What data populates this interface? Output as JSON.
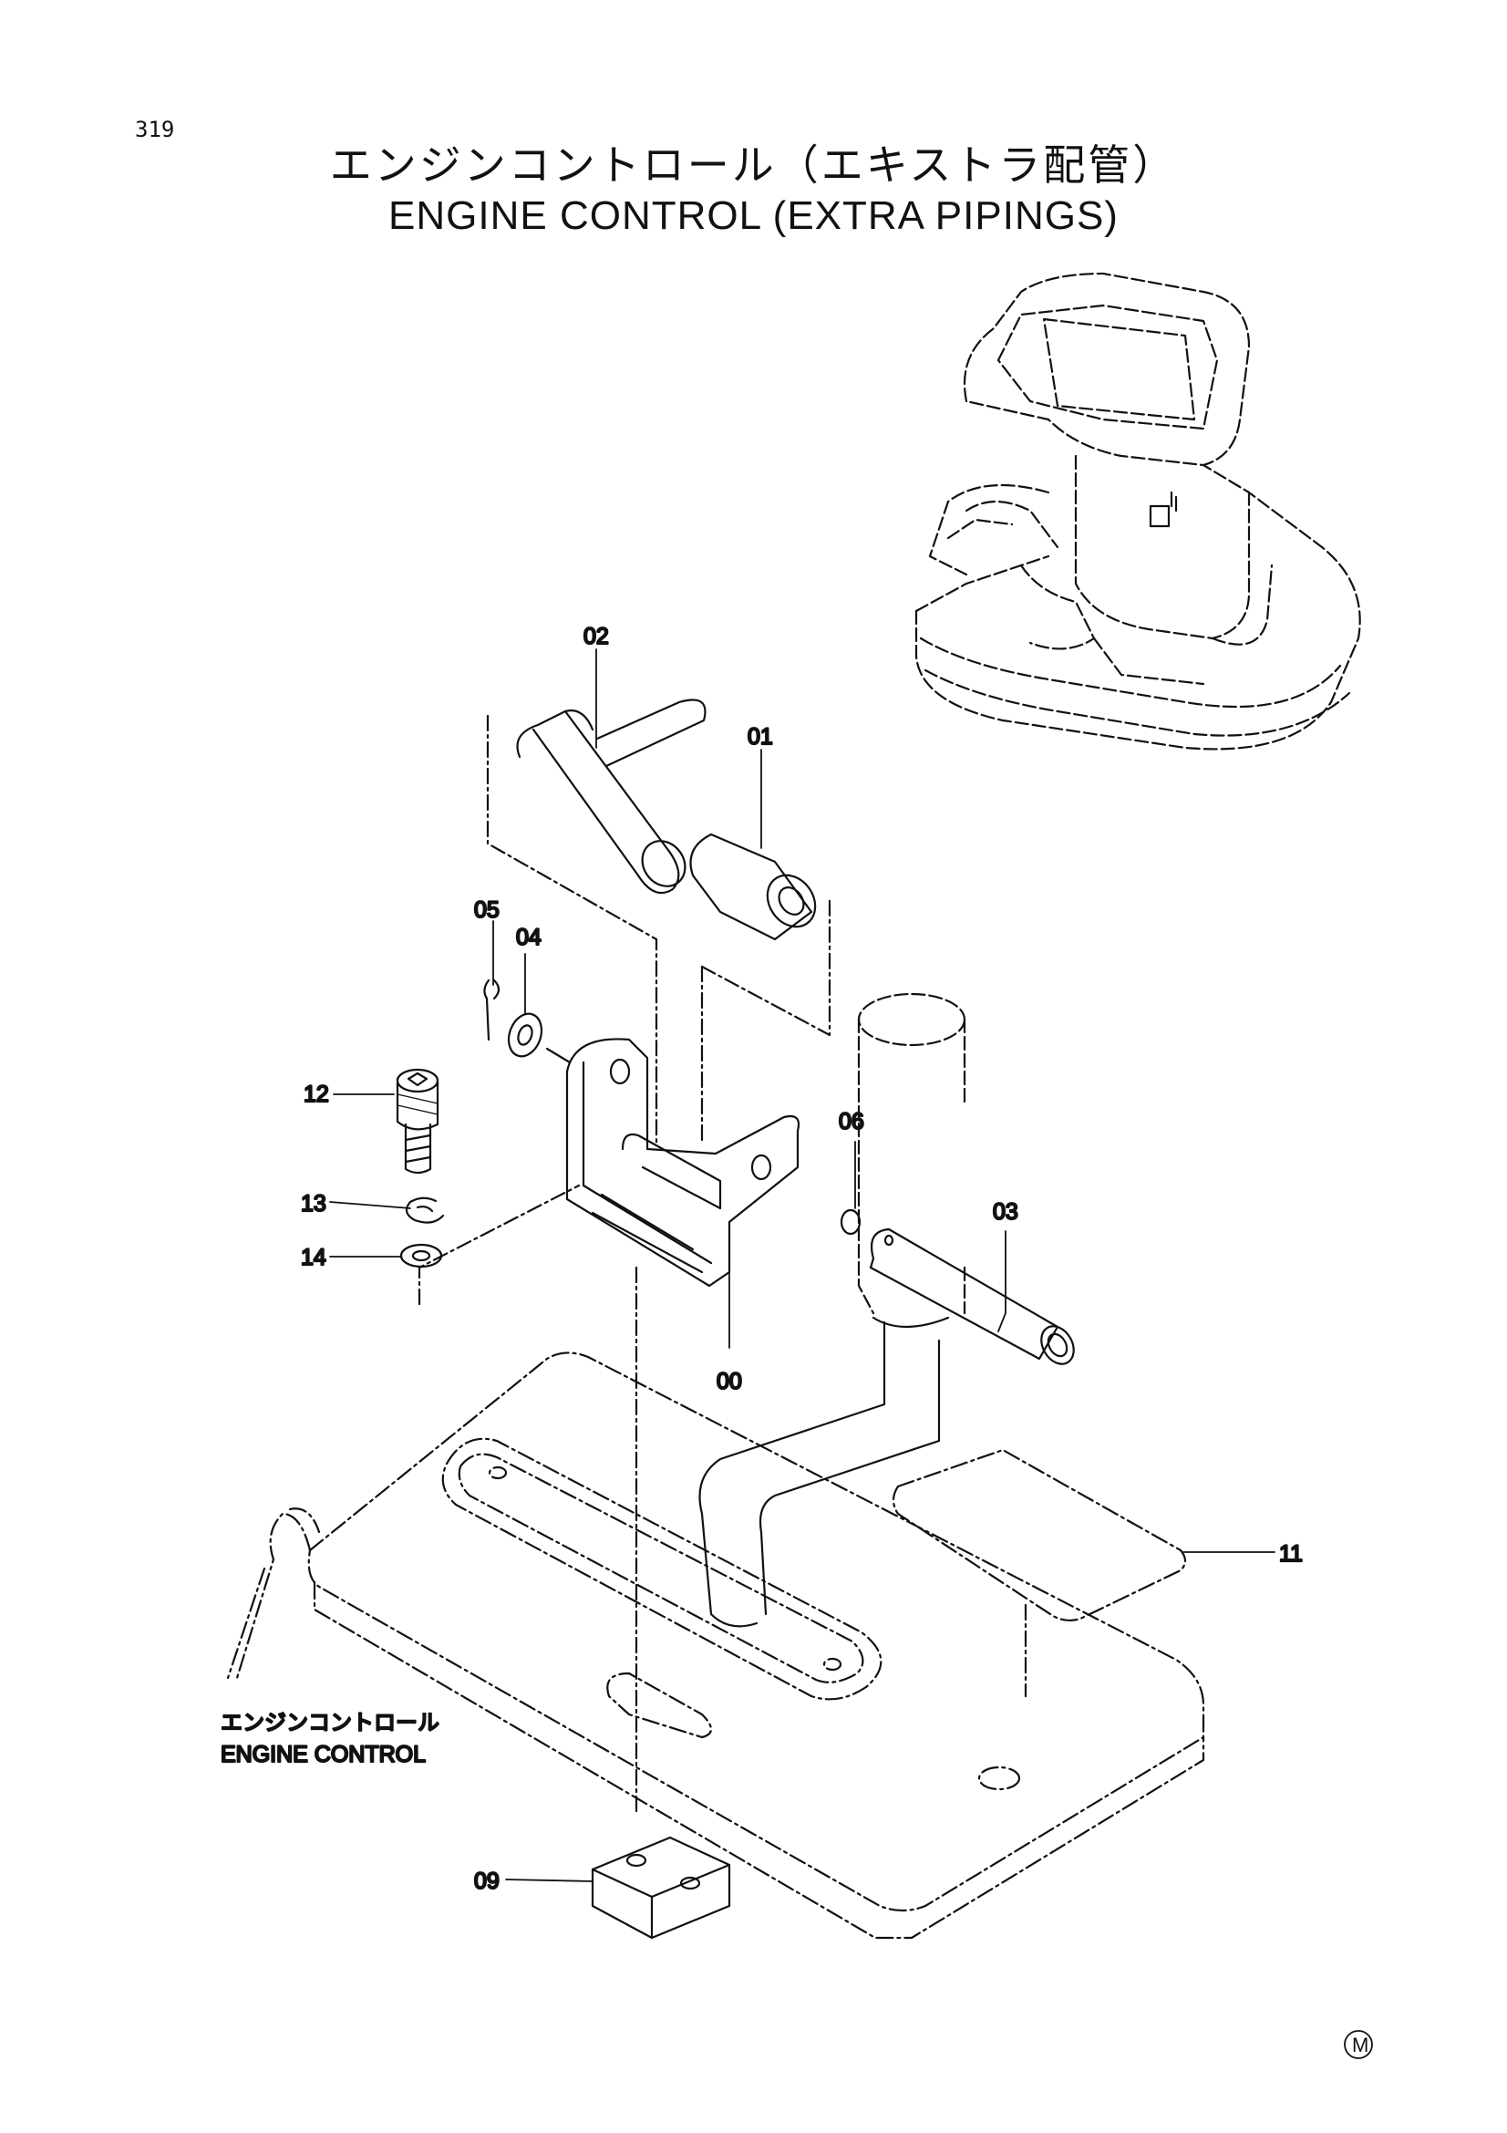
{
  "page": {
    "number": "319"
  },
  "title": {
    "japanese": "エンジンコントロール（エキストラ配管）",
    "english": "ENGINE CONTROL (EXTRA PIPINGS)"
  },
  "callouts": {
    "c00": "00",
    "c01": "01",
    "c02": "02",
    "c03": "03",
    "c04": "04",
    "c05": "05",
    "c06": "06",
    "c09": "09",
    "c11": "11",
    "c12": "12",
    "c13": "13",
    "c14": "14"
  },
  "subassembly": {
    "japanese": "エンジンコントロール",
    "english": "ENGINE CONTROL"
  },
  "footer_mark": "M"
}
